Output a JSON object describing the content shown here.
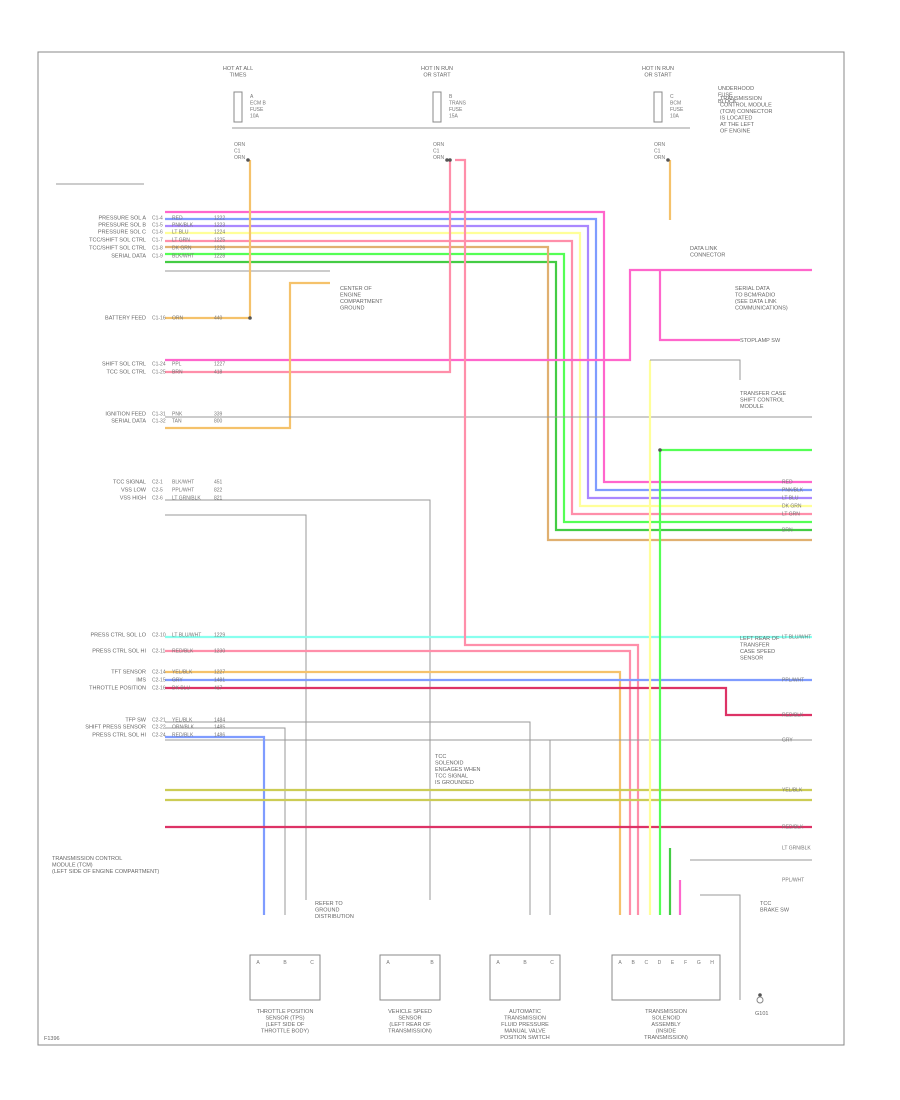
{
  "page": {
    "code": "F1396",
    "main_module_label": [
      "TRANSMISSION CONTROL",
      "MODULE (TCM)",
      "(LEFT SIDE OF ENGINE COMPARTMENT)"
    ]
  },
  "top_fuses": [
    {
      "label": [
        "HOT AT ALL",
        "TIMES"
      ],
      "fuse": [
        "A",
        "ECM B",
        "FUSE",
        "10A"
      ],
      "id": "F1"
    },
    {
      "label": [
        "HOT IN RUN",
        "OR START"
      ],
      "fuse": [
        "B",
        "TRANS",
        "FUSE",
        "15A"
      ],
      "id": "F2"
    },
    {
      "label": [
        "HOT IN RUN",
        "OR START"
      ],
      "fuse": [
        "C",
        "BCM",
        "FUSE",
        "10A"
      ],
      "id": "F3",
      "side": [
        "UNDERHOOD",
        "FUSE",
        "BLOCK"
      ]
    }
  ],
  "tcm_pins": [
    {
      "label": "PRESSURE SOL A",
      "pin": "C1-4",
      "color_code": "RED",
      "circuit": "1222"
    },
    {
      "label": "PRESSURE SOL B",
      "pin": "C1-5",
      "color_code": "PNK/BLK",
      "circuit": "1223"
    },
    {
      "label": "PRESSURE SOL C",
      "pin": "C1-6",
      "color_code": "LT BLU",
      "circuit": "1224"
    },
    {
      "label": "TCC/SHIFT SOL CTRL",
      "pin": "C1-7",
      "color_code": "LT GRN",
      "circuit": "1225"
    },
    {
      "label": "TCC/SHIFT SOL CTRL",
      "pin": "C1-8",
      "color_code": "DK GRN",
      "circuit": "1226"
    },
    {
      "label": "SERIAL DATA",
      "pin": "C1-9",
      "color_code": "BLK/WHT",
      "circuit": "1228"
    },
    {
      "label": "BATTERY FEED",
      "pin": "C1-16",
      "color_code": "ORN",
      "circuit": "440"
    },
    {
      "label": "SHIFT SOL CTRL",
      "pin": "C1-24",
      "color_code": "PPL",
      "circuit": "1227"
    },
    {
      "label": "TCC SOL CTRL",
      "pin": "C1-25",
      "color_code": "BRN",
      "circuit": "418"
    },
    {
      "label": "IGNITION FEED",
      "pin": "C1-31",
      "color_code": "PNK",
      "circuit": "339"
    },
    {
      "label": "SERIAL DATA",
      "pin": "C1-32",
      "color_code": "TAN",
      "circuit": "800"
    },
    {
      "label": "TCC SIGNAL",
      "pin": "C2-1",
      "color_code": "BLK/WHT",
      "circuit": "451"
    },
    {
      "label": "VSS LOW",
      "pin": "C2-5",
      "color_code": "PPL/WHT",
      "circuit": "822"
    },
    {
      "label": "VSS HIGH",
      "pin": "C2-6",
      "color_code": "LT GRN/BLK",
      "circuit": "821"
    },
    {
      "label": "PRESS CTRL SOL LO",
      "pin": "C2-10",
      "color_code": "LT BLU/WHT",
      "circuit": "1229"
    },
    {
      "label": "PRESS CTRL SOL HI",
      "pin": "C2-11",
      "color_code": "RED/BLK",
      "circuit": "1230"
    },
    {
      "label": "TFT SENSOR",
      "pin": "C2-14",
      "color_code": "YEL/BLK",
      "circuit": "1227"
    },
    {
      "label": "IMS",
      "pin": "C2-15",
      "color_code": "GRY",
      "circuit": "1481"
    },
    {
      "label": "THROTTLE POSITION",
      "pin": "C2-16",
      "color_code": "DK BLU",
      "circuit": "417"
    },
    {
      "label": "TFP SW",
      "pin": "C2-21",
      "color_code": "YEL/BLK",
      "circuit": "1484"
    },
    {
      "label": "SHIFT PRESS SENSOR",
      "pin": "C2-22",
      "color_code": "ORN/BLK",
      "circuit": "1485"
    },
    {
      "label": "PRESS CTRL SOL HI",
      "pin": "C2-24",
      "color_code": "RED/BLK",
      "circuit": "1486"
    }
  ],
  "right_labels": [
    {
      "text": [
        "TRANSMISSION",
        "CONTROL MODULE",
        "(TCM) CONNECTOR",
        "IS LOCATED",
        "AT THE LEFT",
        "OF ENGINE"
      ]
    },
    {
      "text": [
        "SERIAL DATA",
        "TO BCM/RADIO",
        "(SEE DATA LINK",
        "COMMUNICATIONS)"
      ]
    },
    {
      "text": [
        "DATA LINK",
        "CONNECTOR"
      ]
    },
    {
      "text": [
        "STOPLAMP SW"
      ]
    },
    {
      "text": [
        "LEFT REAR OF",
        "TRANSFER",
        "CASE SPEED",
        "SENSOR"
      ]
    },
    {
      "text": [
        "TRANSFER CASE",
        "SHIFT CONTROL",
        "MODULE"
      ]
    },
    {
      "text": [
        "TCC",
        "BRAKE SW"
      ]
    }
  ],
  "right_wire_ends": [
    "RED",
    "PNK/BLK",
    "LT BLU",
    "DK GRN",
    "LT GRN",
    "BRN",
    "LT BLU/WHT",
    "PPL/WHT",
    "RED/BLK",
    "GRY",
    "YEL/BLK",
    "RED/BLK",
    "LT GRN/BLK",
    "PPL/WHT"
  ],
  "components": [
    {
      "name": [
        "THROTTLE POSITION",
        "SENSOR (TPS)",
        "(LEFT SIDE OF",
        "THROTTLE BODY)"
      ],
      "pins": [
        "A",
        "B",
        "C"
      ]
    },
    {
      "name": [
        "VEHICLE SPEED",
        "SENSOR",
        "(LEFT REAR OF",
        "TRANSMISSION)"
      ],
      "pins": [
        "A",
        "B"
      ]
    },
    {
      "name": [
        "AUTOMATIC",
        "TRANSMISSION",
        "FLUID PRESSURE",
        "MANUAL VALVE",
        "POSITION SWITCH"
      ],
      "pins": [
        "A",
        "B",
        "C"
      ]
    },
    {
      "name": [
        "TRANSMISSION",
        "SOLENOID",
        "ASSEMBLY",
        "(INSIDE",
        "TRANSMISSION)"
      ],
      "pins": [
        "A",
        "B",
        "C",
        "D",
        "E",
        "F",
        "G",
        "H"
      ]
    }
  ],
  "notes": [
    {
      "text": [
        "REFER TO",
        "GROUND",
        "DISTRIBUTION"
      ]
    },
    {
      "text": [
        "TCC",
        "SOLENOID",
        "ENGAGES WHEN",
        "TCC SIGNAL",
        "IS GROUNDED"
      ]
    },
    {
      "text": [
        "CENTER OF",
        "ENGINE",
        "COMPARTMENT",
        "GROUND"
      ]
    },
    {
      "text": [
        "G101"
      ]
    }
  ],
  "colors": {
    "red": "#ff8faa",
    "pink": "#ff66cc",
    "blue": "#7f9cff",
    "light_blue": "#88ffee",
    "yellow": "#ffff99",
    "orange": "#f5c26b",
    "green": "#55ff55",
    "dark_green": "#44cc44",
    "tan": "#e0b070",
    "purple": "#aa88ff",
    "dark_red": "#dd3366",
    "olive": "#cccc55",
    "gray": "#bbbbbb"
  }
}
